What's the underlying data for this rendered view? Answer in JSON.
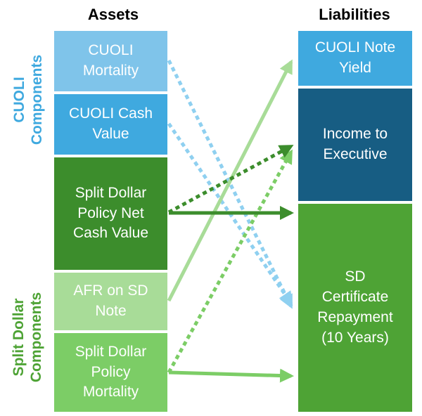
{
  "headings": {
    "assets": "Assets",
    "liabilities": "Liabilities"
  },
  "side_labels": {
    "cuoli": "CUOLI\nComponents",
    "split_dollar": "Split Dollar\nComponents"
  },
  "assets": [
    "CUOLI\nMortality",
    "CUOLI Cash\nValue",
    "Split Dollar\nPolicy Net\nCash Value",
    "AFR on SD\nNote",
    "Split Dollar\nPolicy\nMortality"
  ],
  "liabilities": [
    "CUOLI Note\nYield",
    "Income to\nExecutive",
    "SD\nCertificate\nRepayment\n(10 Years)"
  ],
  "colors": {
    "cuoli_mortality": "#7fc4ea",
    "cuoli_cash_value": "#3fa9df",
    "sd_net_cash_value": "#3c8d2c",
    "afr_sd_note": "#a8dc98",
    "sd_mortality": "#7ccd66",
    "cuoli_note_yield": "#3fa9df",
    "income_to_executive": "#175d83",
    "sd_certificate_repayment": "#4ea335",
    "cuoli_label": "#3fa9df",
    "split_dollar_label": "#4ea335",
    "arrow_light_blue": "#8fd0f0",
    "arrow_dark_green": "#3c8d2c",
    "arrow_light_green": "#a8dc98",
    "arrow_mid_green": "#7ccd66"
  },
  "flows": [
    {
      "from": "CUOLI Mortality",
      "to": "SD Certificate Repayment",
      "style": "dotted",
      "color": "light-blue"
    },
    {
      "from": "CUOLI Cash Value",
      "to": "SD Certificate Repayment",
      "style": "dotted",
      "color": "light-blue"
    },
    {
      "from": "Split Dollar Policy Net Cash Value",
      "to": "Income to Executive",
      "style": "dotted",
      "color": "dark-green"
    },
    {
      "from": "Split Dollar Policy Net Cash Value",
      "to": "SD Certificate Repayment",
      "style": "solid",
      "color": "dark-green"
    },
    {
      "from": "AFR on SD Note",
      "to": "CUOLI Note Yield",
      "style": "solid",
      "color": "light-green"
    },
    {
      "from": "Split Dollar Policy Mortality",
      "to": "Income to Executive",
      "style": "dotted",
      "color": "mid-green"
    },
    {
      "from": "Split Dollar Policy Mortality",
      "to": "SD Certificate Repayment",
      "style": "solid",
      "color": "mid-green"
    }
  ]
}
